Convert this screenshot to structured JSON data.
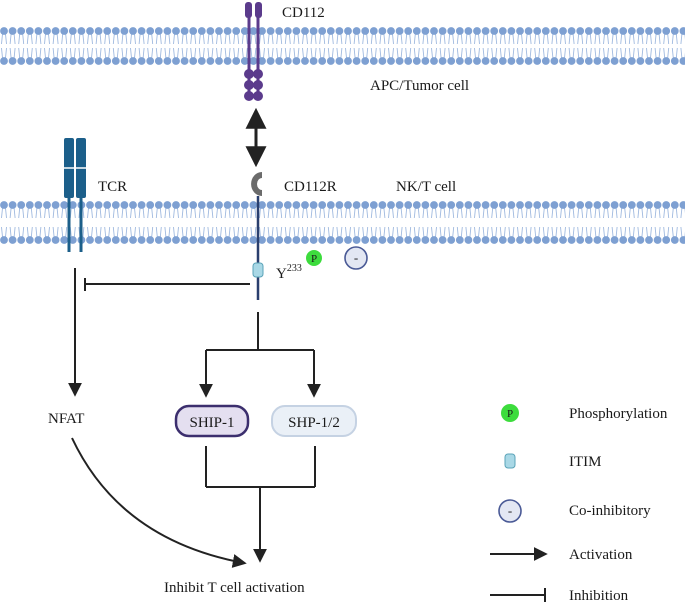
{
  "labels": {
    "cd112": "CD112",
    "apc_tumor_cell": "APC/Tumor cell",
    "tcr": "TCR",
    "cd112r": "CD112R",
    "nk_t_cell": "NK/T cell",
    "y": "Y",
    "y_superscript": "233",
    "nfat": "NFAT",
    "ship1": "SHIP-1",
    "shp12": "SHP-1/2",
    "outcome": "Inhibit T cell activation"
  },
  "badges": {
    "phospho_symbol": "P",
    "coinhib_symbol": "-"
  },
  "legend": {
    "items": [
      {
        "key": "phosphorylation",
        "symbol": "P",
        "label": "Phosphorylation"
      },
      {
        "key": "itim",
        "symbol": "",
        "label": "ITIM"
      },
      {
        "key": "coinhibitory",
        "symbol": "-",
        "label": "Co-inhibitory"
      },
      {
        "key": "activation",
        "symbol": "",
        "label": "Activation"
      },
      {
        "key": "inhibition",
        "symbol": "",
        "label": "Inhibition"
      }
    ]
  },
  "colors": {
    "membrane_head": "#7ea0d2",
    "membrane_tail": "#9fb9df",
    "cd112": "#5b3b8c",
    "tcr": "#1c5f8a",
    "cd112r": "#2a3f6e",
    "itim": "#a9d8e6",
    "phospho": "#3ddc3d",
    "coinhib_fill": "#e3e7f3",
    "coinhib_stroke": "#4a5a96",
    "ship1_fill": "#e4dff0",
    "ship1_stroke": "#3c2f6e",
    "shp12_fill": "#eaf0f7",
    "shp12_stroke": "#c5d2e3",
    "arrow": "#222222"
  },
  "icons": {
    "phospho": "green-circle-P",
    "itim": "rounded-capsule",
    "coinhibitory": "circle-minus"
  }
}
